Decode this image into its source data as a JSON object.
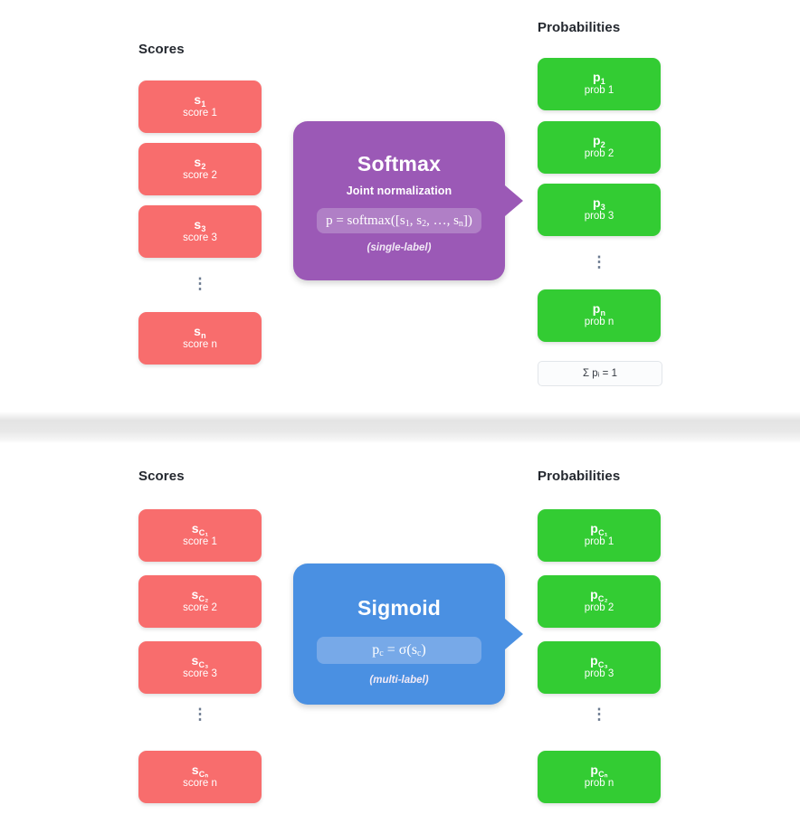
{
  "sections": [
    {
      "id": "softmax",
      "scores_title": "Scores",
      "probs_title": "Probabilities",
      "accent": "#9B59B6",
      "scores": [
        {
          "sym": "s",
          "subs": "1",
          "cap": "score 1"
        },
        {
          "sym": "s",
          "subs": "2",
          "cap": "score 2"
        },
        {
          "sym": "s",
          "subs": "3",
          "cap": "score 3"
        },
        {
          "sym": "s",
          "subs": "n",
          "cap": "score n"
        }
      ],
      "probs": [
        {
          "sym": "p",
          "subs": "1",
          "cap": "prob 1"
        },
        {
          "sym": "p",
          "subs": "2",
          "cap": "prob 2"
        },
        {
          "sym": "p",
          "subs": "3",
          "cap": "prob 3"
        },
        {
          "sym": "p",
          "subs": "n",
          "cap": "prob n"
        }
      ],
      "ellipsis": "⋮",
      "op": {
        "title": "Softmax",
        "subtitle": "Joint normalization",
        "formula": "p = softmax([s₁, s₂, …, sₙ])",
        "note": "(single-label)"
      },
      "sum_label": "Σ pᵢ = 1"
    },
    {
      "id": "sigmoid",
      "scores_title": "Scores",
      "probs_title": "Probabilities",
      "accent": "#4A90E2",
      "scores": [
        {
          "sym": "s",
          "subs": "C₁",
          "cap": "score 1"
        },
        {
          "sym": "s",
          "subs": "C₂",
          "cap": "score 2"
        },
        {
          "sym": "s",
          "subs": "C₃",
          "cap": "score 3"
        },
        {
          "sym": "s",
          "subs": "Cₙ",
          "cap": "score n"
        }
      ],
      "probs": [
        {
          "sym": "p",
          "subs": "C₁",
          "cap": "prob 1"
        },
        {
          "sym": "p",
          "subs": "C₂",
          "cap": "prob 2"
        },
        {
          "sym": "p",
          "subs": "C₃",
          "cap": "prob 3"
        },
        {
          "sym": "p",
          "subs": "Cₙ",
          "cap": "prob n"
        }
      ],
      "ellipsis": "⋮",
      "op": {
        "title": "Sigmoid",
        "subtitle": "",
        "formula": "pᴄ = σ(sᴄ)",
        "note": "(multi-label)"
      },
      "sum_label": ""
    }
  ],
  "palette": {
    "score_color": "#F86D6D",
    "prob_color": "#33CC33",
    "softmax_color": "#9B59B6",
    "sigmoid_color": "#4A90E2",
    "background": "#ffffff",
    "divider": "#e6e6e6"
  }
}
